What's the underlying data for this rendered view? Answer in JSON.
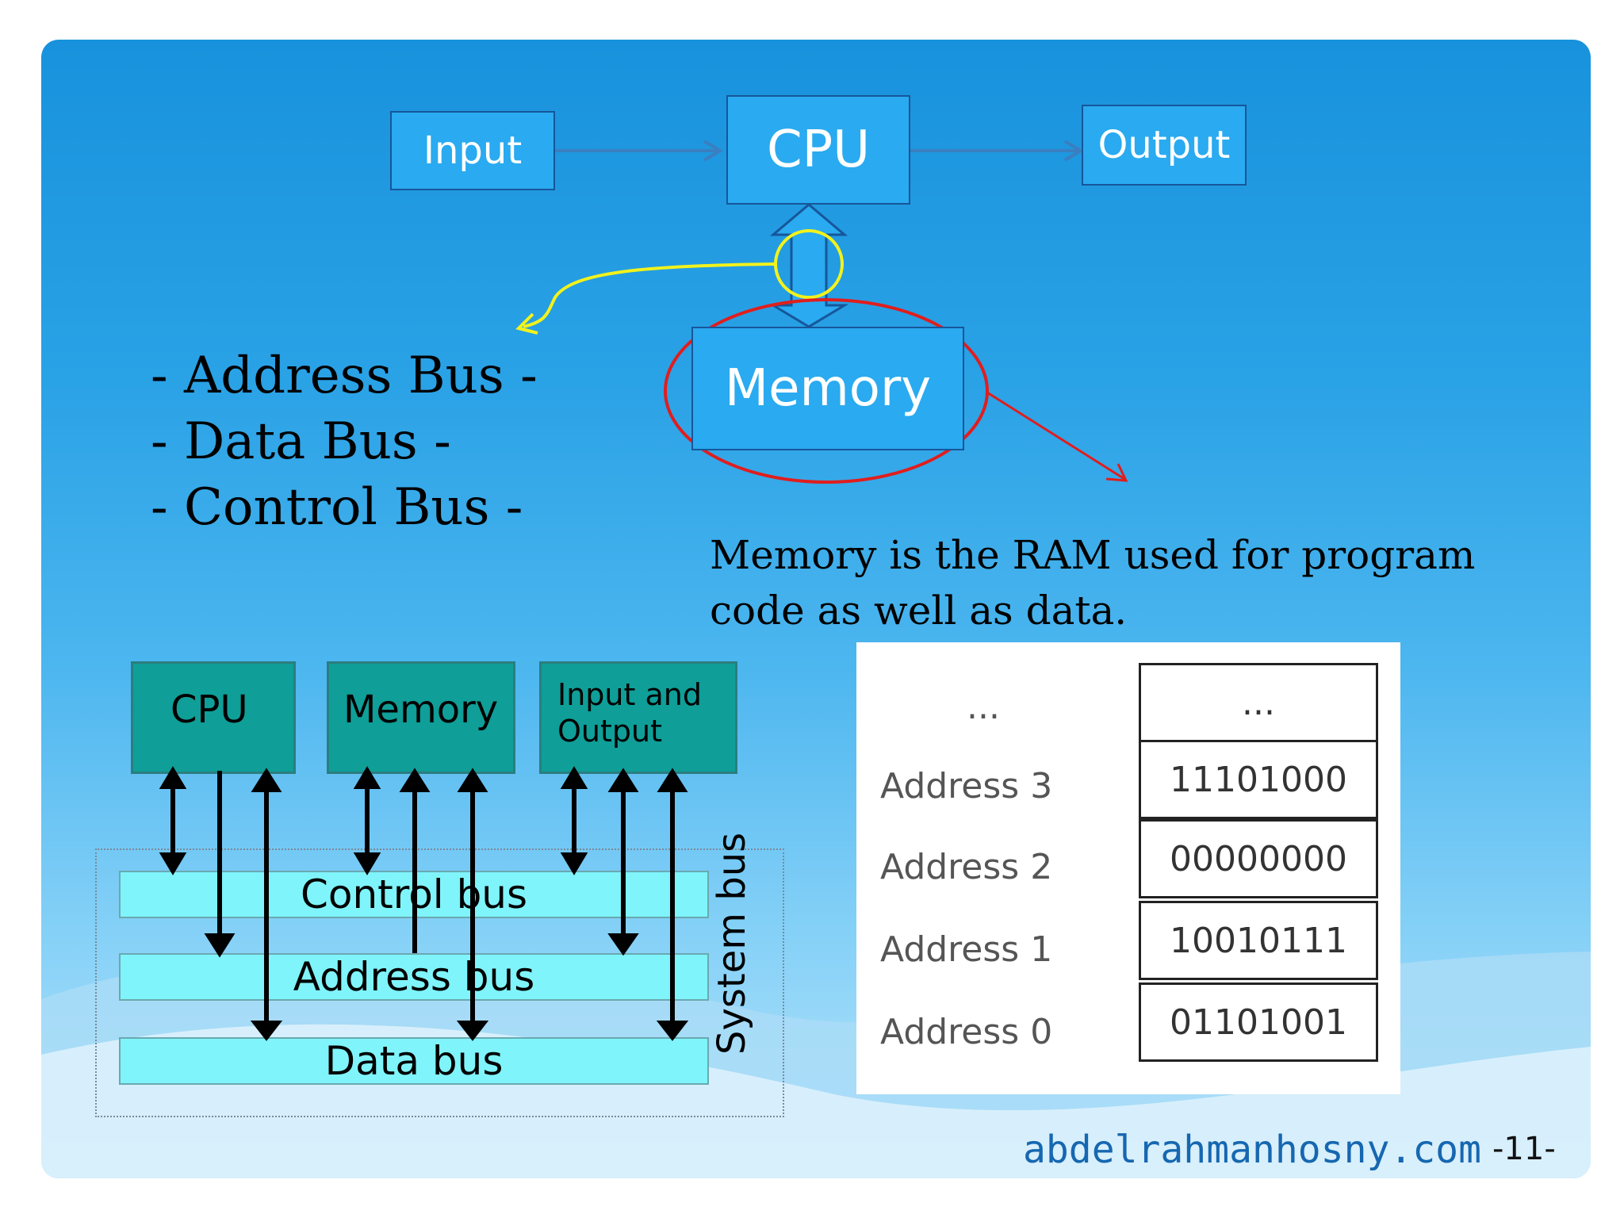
{
  "top_diagram": {
    "input": "Input",
    "cpu": "CPU",
    "output": "Output",
    "memory": "Memory"
  },
  "bus_list": [
    "- Address Bus -",
    "- Data Bus -",
    "- Control Bus -"
  ],
  "memory_description": "Memory is the RAM used for program code as well as data.",
  "system_bus_diagram": {
    "cpu": "CPU",
    "memory": "Memory",
    "io_line1": "Input and",
    "io_line2": "Output",
    "control_bus": "Control bus",
    "address_bus": "Address bus",
    "data_bus": "Data bus",
    "system_bus": "System bus"
  },
  "memory_table": {
    "rows": [
      {
        "address": "...",
        "value": "..."
      },
      {
        "address": "Address 3",
        "value": "11101000"
      },
      {
        "address": "Address 2",
        "value": "00000000"
      },
      {
        "address": "Address 1",
        "value": "10010111"
      },
      {
        "address": "Address 0",
        "value": "01101001"
      }
    ]
  },
  "footer": {
    "site": "abdelrahmanhosny.com",
    "page": "-11-"
  },
  "colors": {
    "annotation_yellow": "#f2f21c",
    "annotation_red": "#e01e1e",
    "box_blue": "#2aaaf0",
    "box_teal": "#0f9e98",
    "bus_cyan": "#7ff4fa"
  }
}
